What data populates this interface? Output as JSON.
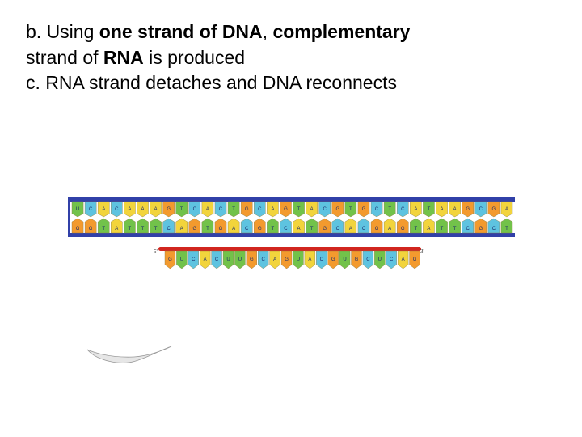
{
  "slide": {
    "line_b_prefix": "b. Using ",
    "line_b_bold1": "one strand of DNA",
    "line_b_sep": ", ",
    "line_b_bold2": "complementary",
    "line_b2_prefix": "strand of ",
    "line_b2_bold": "RNA",
    "line_b2_suffix": " is produced",
    "line_c": "c. RNA strand detaches and DNA reconnects"
  },
  "diagram": {
    "dna_top_bases": [
      "U",
      "C",
      "A",
      "C",
      "A",
      "A",
      "A",
      "G",
      "T",
      "C",
      "A",
      "C",
      "T",
      "G",
      "C",
      "A",
      "G",
      "T",
      "A",
      "C",
      "G",
      "T",
      "G",
      "C",
      "T",
      "C",
      "A",
      "T",
      "A",
      "A",
      "G",
      "C",
      "G",
      "A"
    ],
    "dna_bottom_bases": [
      "G",
      "G",
      "T",
      "A",
      "T",
      "T",
      "T",
      "C",
      "A",
      "G",
      "T",
      "G",
      "A",
      "C",
      "G",
      "T",
      "C",
      "A",
      "T",
      "G",
      "C",
      "A",
      "C",
      "G",
      "A",
      "G",
      "T",
      "A",
      "T",
      "T",
      "C",
      "G",
      "C",
      "T"
    ],
    "rna_bases": [
      "G",
      "U",
      "C",
      "A",
      "C",
      "U",
      "U",
      "G",
      "C",
      "A",
      "G",
      "U",
      "A",
      "C",
      "G",
      "U",
      "G",
      "C",
      "U",
      "C",
      "A",
      "G"
    ],
    "rna_five_prime": "5'",
    "rna_three_prime": "3'",
    "colors": {
      "A": "#f2d43c",
      "T": "#72c24a",
      "U": "#72c24a",
      "G": "#f39a2e",
      "C": "#5ec3e0",
      "dna_backbone": "#3140a8",
      "rna_backbone": "#d1261f"
    }
  }
}
